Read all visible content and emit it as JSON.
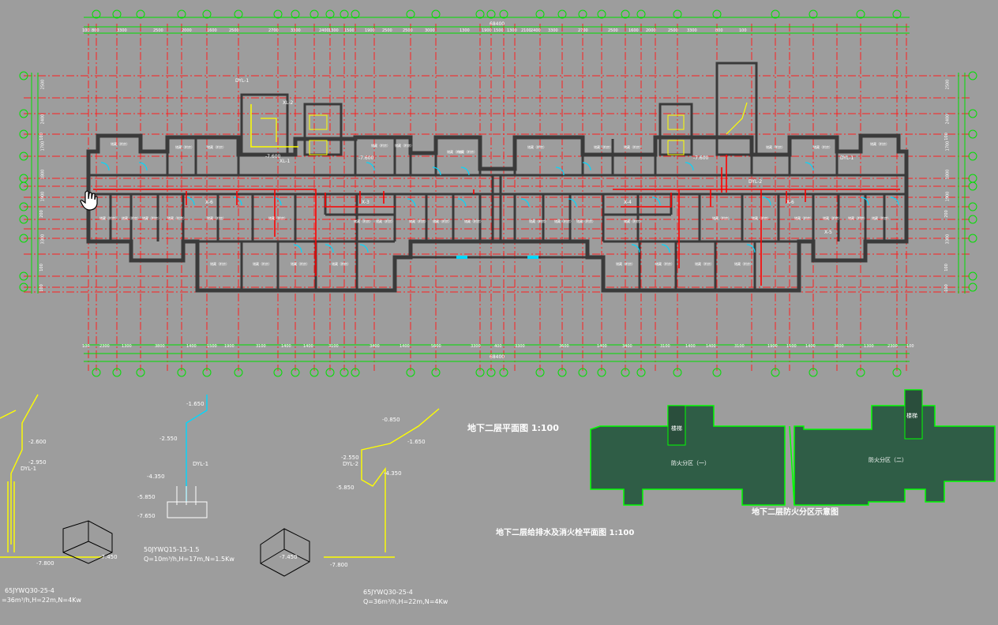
{
  "colors": {
    "background": "#9d9d9d",
    "wall": "#3a3a3a",
    "axis_red": "#ff2020",
    "dim_green": "#00e000",
    "pipe_red": "#ff0000",
    "pipe_cyan": "#00d8ff",
    "pipe_yellow": "#ffff00",
    "zone_fill": "#2f5d46",
    "zone_border": "#00ff00",
    "text": "#ffffff"
  },
  "plan": {
    "top_total": "68400",
    "bottom_total": "68400",
    "top_dims": [
      "100",
      "800",
      "3300",
      "2500",
      "2000",
      "1600",
      "2500",
      "2700",
      "3300",
      "2400",
      "1300",
      "1500",
      "1900",
      "2500",
      "2500",
      "3000",
      "1300",
      "1900",
      "1500",
      "1300",
      "2100",
      "2400",
      "3300",
      "2700",
      "2500",
      "1600",
      "2000",
      "2500",
      "3300",
      "800",
      "100"
    ],
    "bottom_dims": [
      "100",
      "2300",
      "1300",
      "3800",
      "1400",
      "1500",
      "1900",
      "3100",
      "1400",
      "1400",
      "3100",
      "3400",
      "1400",
      "5600",
      "3300",
      "400",
      "3300",
      "3600",
      "1400",
      "3400",
      "3100",
      "1400",
      "1400",
      "3100",
      "1900",
      "1500",
      "1400",
      "3800",
      "1300",
      "2300",
      "100"
    ],
    "left_dims": [
      "2500",
      "2400",
      "100",
      "1700",
      "1800",
      "1900",
      "200",
      "3300",
      "100",
      "100"
    ],
    "right_dims": [
      "2500",
      "2400",
      "100",
      "1700",
      "1800",
      "1900",
      "200",
      "3300",
      "100",
      "100"
    ],
    "riser_labels": [
      "DYL-1",
      "XL-1",
      "XL-2",
      "DYL-2",
      "DYL-1",
      "X-6",
      "X-3",
      "X-4",
      "X-6",
      "X-5"
    ],
    "elevations": [
      "-7.600",
      "-7.600",
      "-7.600"
    ],
    "room_label": "储藏（附房）"
  },
  "titles": {
    "plan_title": "地下二层平面图 1:100",
    "drainage_title": "地下二层给排水及消火栓平面图 1:100",
    "fire_zone_title": "地下二层防火分区示意图"
  },
  "zones": {
    "zone1_label": "防火分区（一）",
    "zone2_label": "防火分区（二）",
    "stair_label": "楼梯"
  },
  "systems": {
    "s1": {
      "pipe_label": "DYL-1",
      "elevations": [
        "-2.600",
        "-2.950",
        "-7.800",
        "-7.450"
      ],
      "pump": "65JYWQ30-25-4",
      "spec": "=36m³/h,H=22m,N=4Kw"
    },
    "s2": {
      "pipe_label": "DYL-1",
      "elevations": [
        "-1.650",
        "-2.550",
        "-4.350",
        "-5.850",
        "-7.650"
      ],
      "pump": "50JYWQ15-15-1.5",
      "spec": "Q=10m³/h,H=17m,N=1.5Kw"
    },
    "s3": {
      "pipe_label": "DYL-2",
      "elevations": [
        "-0.850",
        "-1.650",
        "-2.550",
        "-4.350",
        "-5.850",
        "-7.450",
        "-7.800"
      ],
      "pump": "65JYWQ30-25-4",
      "spec": "Q=36m³/h,H=22m,N=4Kw"
    }
  }
}
